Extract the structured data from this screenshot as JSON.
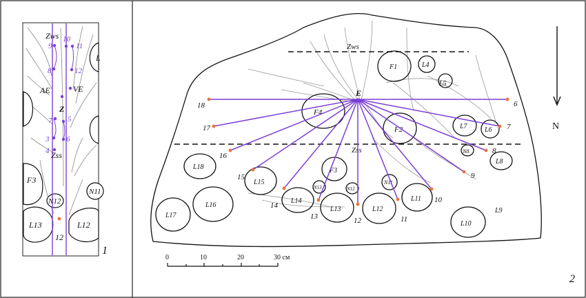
{
  "panel_numbers": {
    "left": "1",
    "right": "2"
  },
  "north_label": "N",
  "scale": {
    "ticks": [
      "0",
      "10",
      "20",
      "30 см"
    ]
  },
  "center_label": "E",
  "lines": {
    "north": "Zws",
    "south": "Zss"
  },
  "right_stones": [
    "F1",
    "L4",
    "L5",
    "F4",
    "F2",
    "L7",
    "L6",
    "N8",
    "L8",
    "L18",
    "F3",
    "N13",
    "N12",
    "N11",
    "L15",
    "L16",
    "L17",
    "L14",
    "L13",
    "L12",
    "L11",
    "L10",
    "L9"
  ],
  "ray_numbers": [
    "6",
    "7",
    "8",
    "9",
    "10",
    "11",
    "12",
    "13",
    "14",
    "15",
    "16",
    "17",
    "18"
  ],
  "left_panel": {
    "labels": [
      "Zws",
      "AE",
      "VE",
      "Z",
      "Zss",
      "F3",
      "N11",
      "N12",
      "L13",
      "L12",
      "12"
    ],
    "mini_numbers": [
      "9",
      "10",
      "11",
      "8",
      "12",
      "7",
      "4",
      "3",
      "5",
      "6"
    ],
    "edge_label": "L"
  },
  "colors": {
    "ray": "#7b3fd6",
    "point": "#e8743b",
    "ink": "#111111"
  }
}
